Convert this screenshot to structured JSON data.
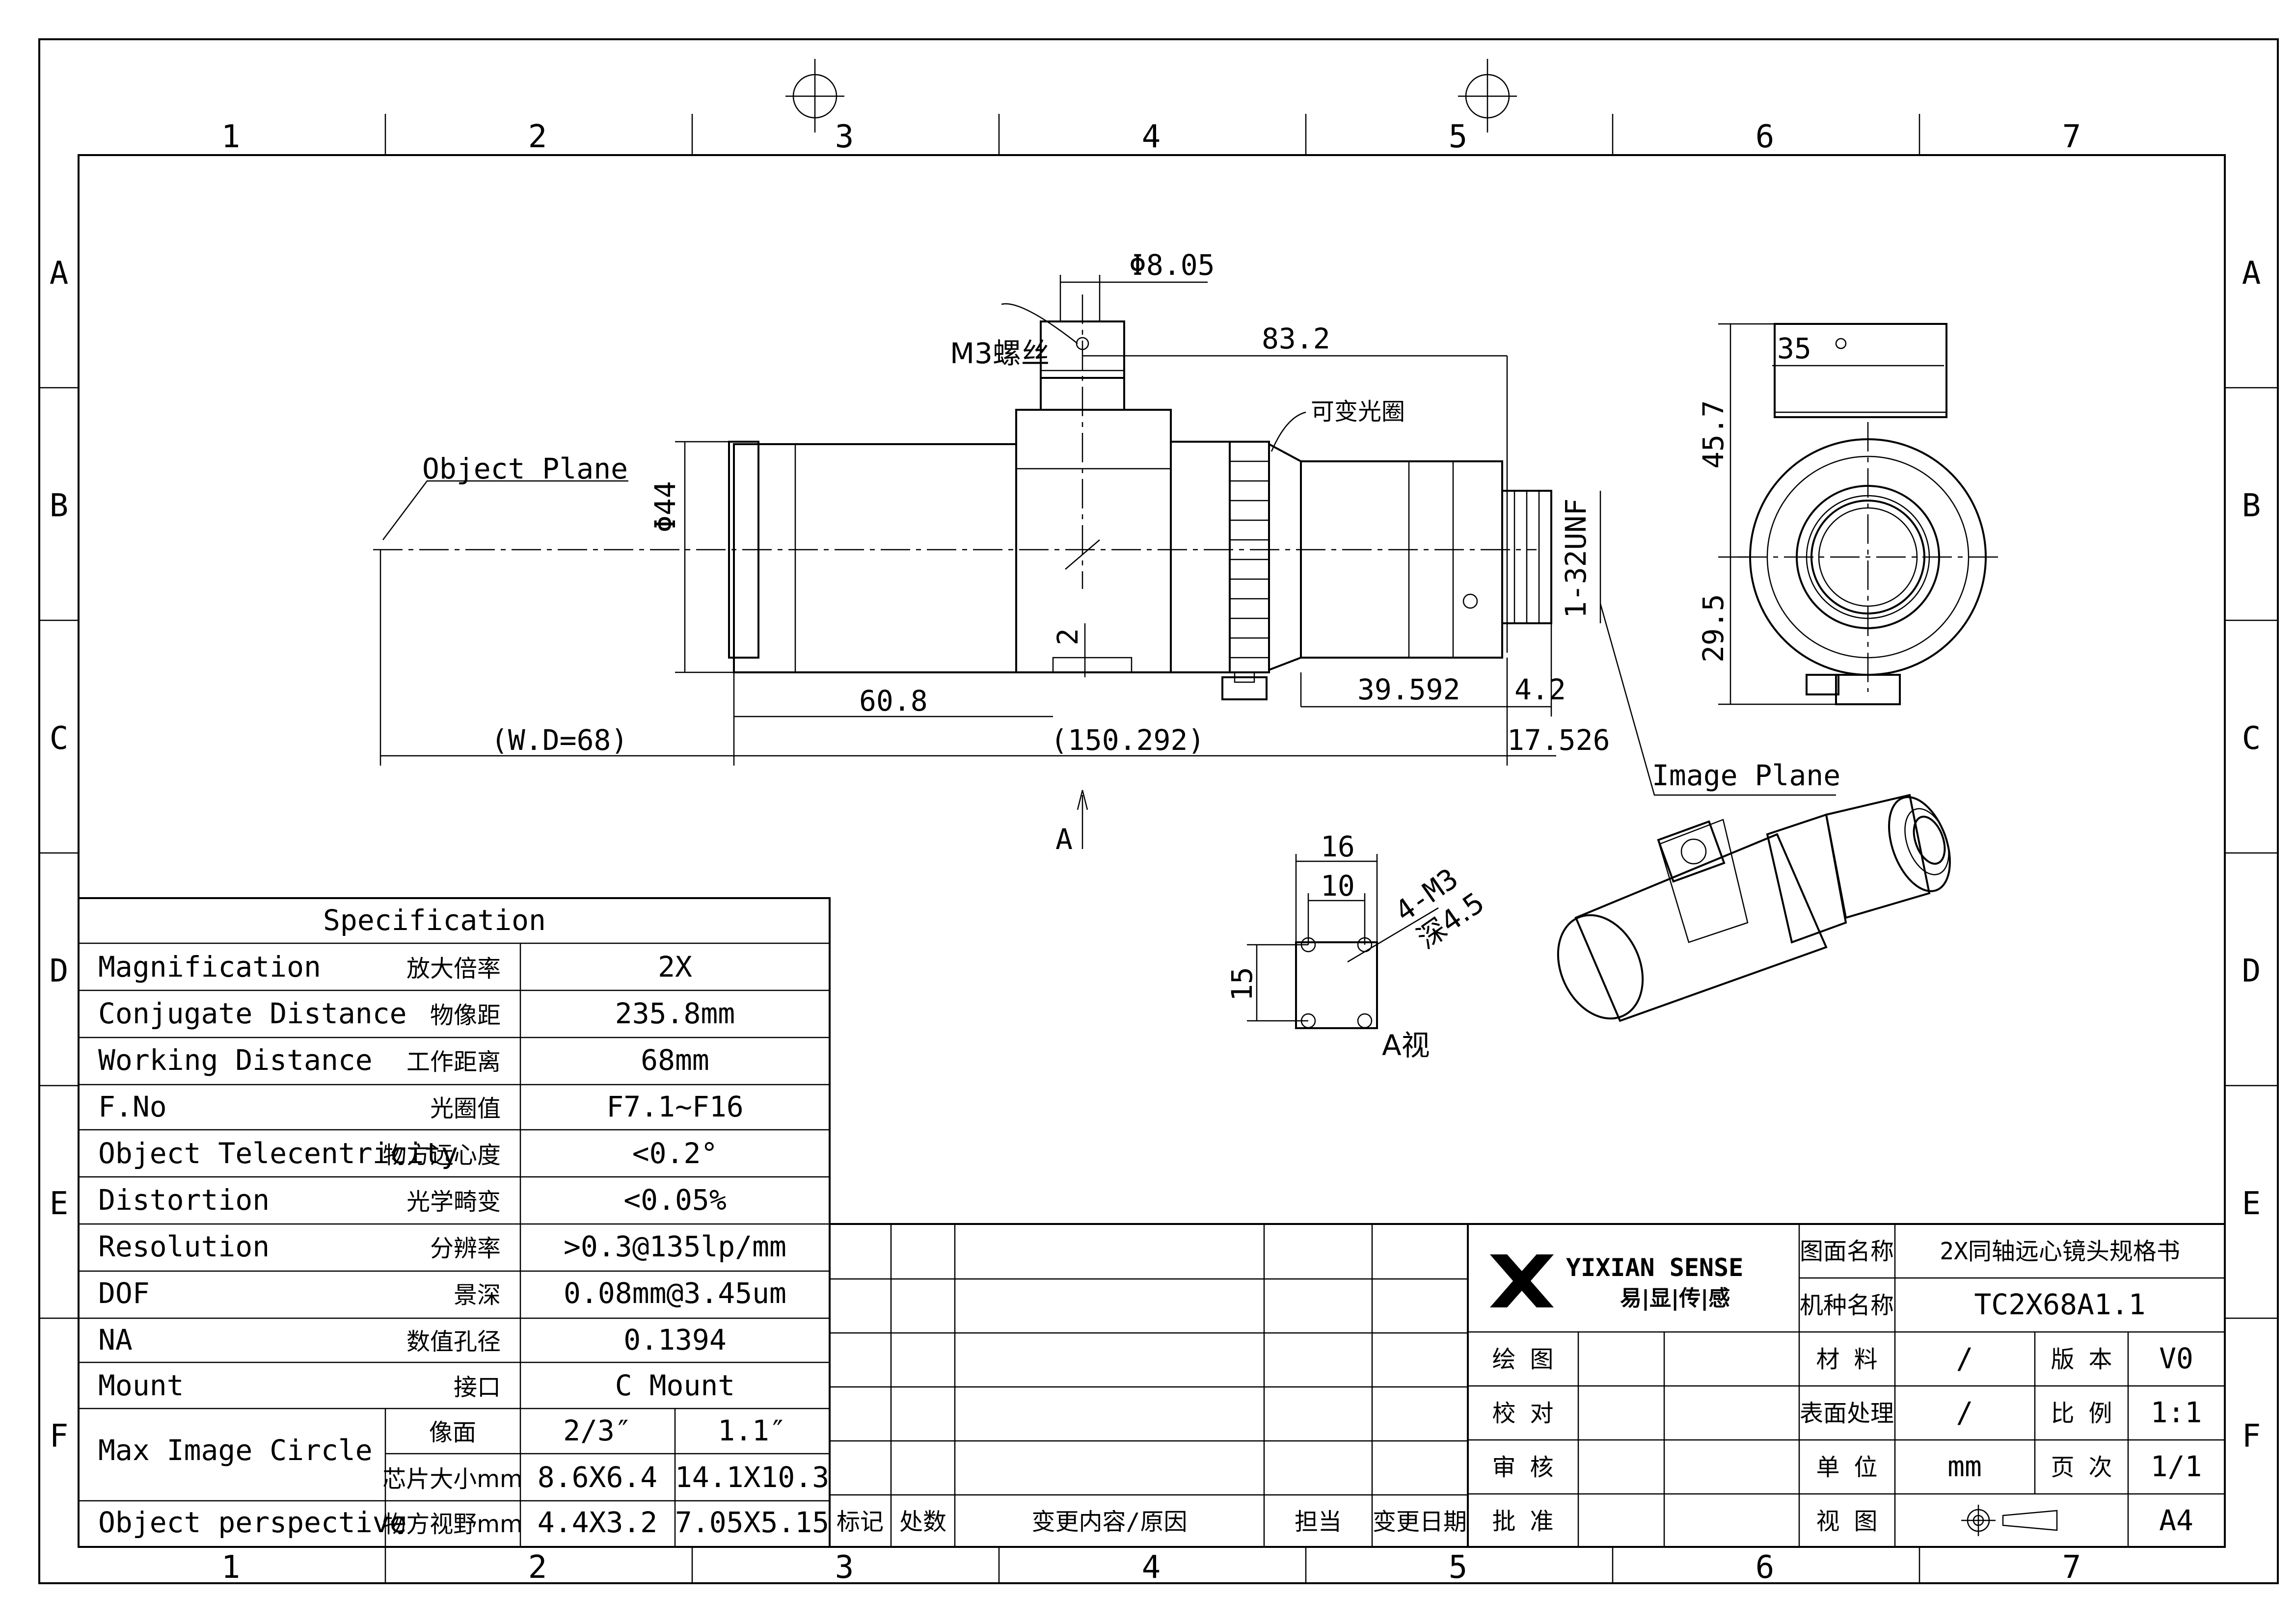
{
  "frame": {
    "columns": [
      "1",
      "2",
      "3",
      "4",
      "5",
      "6",
      "7"
    ],
    "rows": [
      "A",
      "B",
      "C",
      "D",
      "E",
      "F"
    ]
  },
  "drawing": {
    "m3_label": "M3螺丝",
    "dia_top": "Φ8.05",
    "len_83": "83.2",
    "iris_label": "可变光圈",
    "object_plane": "Object Plane",
    "dia_44": "Φ44",
    "thread": "1-32UNF",
    "dim_2": "2",
    "dim_60": "60.8",
    "dim_39": "39.592",
    "dim_42": "4.2",
    "dim_wd": "(W.D=68)",
    "dim_150": "(150.292)",
    "dim_17": "17.526",
    "image_plane": "Image Plane",
    "view_arrow": "A",
    "side_35": "35",
    "side_457": "45.7",
    "side_295": "29.5",
    "av_16": "16",
    "av_10": "10",
    "av_15": "15",
    "av_holes": "4-M3",
    "av_depth": "深4.5",
    "av_title": "A视"
  },
  "spec": {
    "title": "Specification",
    "rows": [
      {
        "en": "Magnification",
        "cn": "放大倍率",
        "v": "2X"
      },
      {
        "en": "Conjugate Distance",
        "cn": "物像距",
        "v": "235.8mm"
      },
      {
        "en": "Working Distance",
        "cn": "工作距离",
        "v": "68mm"
      },
      {
        "en": "F.No",
        "cn": "光圈值",
        "v": "F7.1~F16"
      },
      {
        "en": "Object Telecentricity",
        "cn": "物方远心度",
        "v": "<0.2°"
      },
      {
        "en": "Distortion",
        "cn": "光学畸变",
        "v": "<0.05%"
      },
      {
        "en": "Resolution",
        "cn": "分辨率",
        "v": ">0.3@135lp/mm"
      },
      {
        "en": "DOF",
        "cn": "景深",
        "v": "0.08mm@3.45um"
      },
      {
        "en": "NA",
        "cn": "数值孔径",
        "v": "0.1394"
      },
      {
        "en": "Mount",
        "cn": "接口",
        "v": "C Mount"
      }
    ],
    "mic": {
      "en": "Max Image Circle",
      "r1cn": "像面",
      "r1a": "2/3″",
      "r1b": "1.1″",
      "r2cn": "芯片大小mm",
      "r2a": "8.6X6.4",
      "r2b": "14.1X10.3"
    },
    "op": {
      "en": "Object perspective",
      "cn": "物方视野mm",
      "a": "4.4X3.2",
      "b": "7.05X5.15"
    }
  },
  "rev": {
    "c1": "标记",
    "c2": "处数",
    "c3": "变更内容/原因",
    "c4": "担当",
    "c5": "变更日期"
  },
  "title": {
    "brand": "YIXIAN SENSE",
    "brand_cn": "易|显|传|感",
    "l_name": "图面名称",
    "v_name": "2X同轴远心镜头规格书",
    "l_model": "机种名称",
    "v_model": "TC2X68A1.1",
    "draw": "绘 图",
    "check": "校 对",
    "review": "审 核",
    "approve": "批 准",
    "l_mat": "材 料",
    "v_mat": "/",
    "l_ver": "版 本",
    "v_ver": "V0",
    "l_surf": "表面处理",
    "v_surf": "/",
    "l_scale": "比 例",
    "v_scale": "1:1",
    "l_unit": "单 位",
    "v_unit": "mm",
    "l_page": "页 次",
    "v_page": "1/1",
    "l_view": "视 图",
    "v_size": "A4"
  }
}
